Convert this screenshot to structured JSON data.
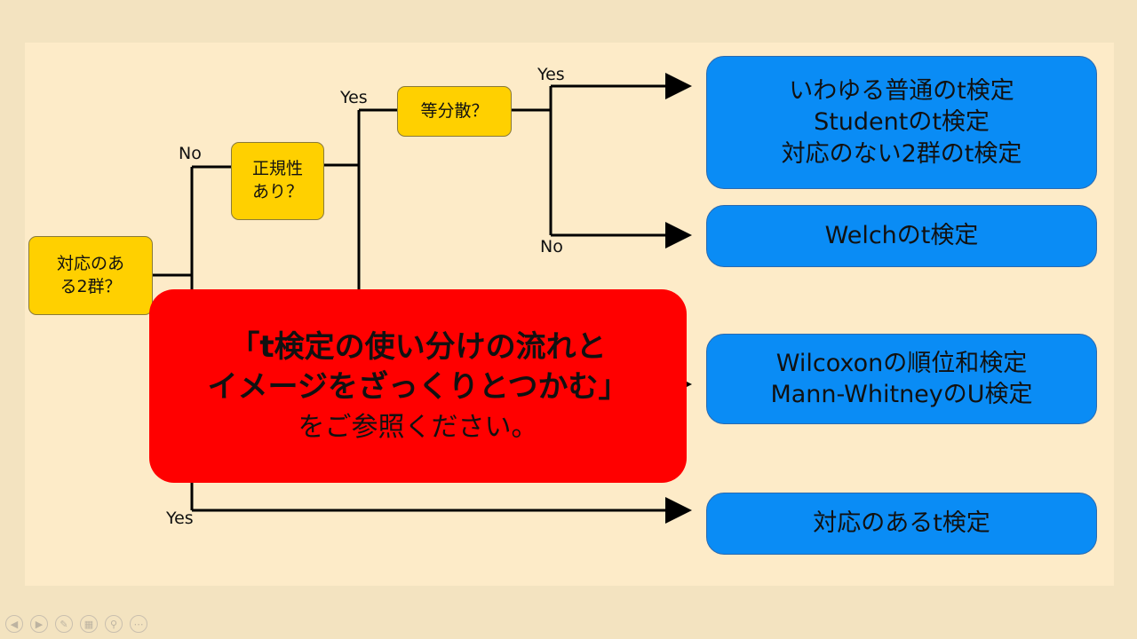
{
  "questions": {
    "paired": "対応のあ\nる2群？",
    "normal": "正規性\nあり？",
    "equal_var": "等分散？"
  },
  "labels": {
    "yes_normal": "Yes",
    "no_paired": "No",
    "yes_equal": "Yes",
    "no_equal": "No",
    "yes_paired": "Yes"
  },
  "results": {
    "student": [
      "いわゆる普通のt検定",
      "Studentのt検定",
      "対応のない2群のt検定"
    ],
    "welch": [
      "Welchのt検定"
    ],
    "wilcoxon": [
      "Wilcoxonの順位和検定",
      "Mann-WhitneyのU検定"
    ],
    "paired_t": [
      "対応のあるt検定"
    ]
  },
  "banner": {
    "line1": "「t検定の使い分けの流れと",
    "line2": "イメージをざっくりとつかむ」",
    "line3": "をご参照ください。"
  },
  "colors": {
    "question_fill": "#ffd000",
    "result_fill": "#0a8cf5",
    "banner_fill": "#ff0000",
    "background": "#fdebc8"
  },
  "controls": [
    "prev-icon",
    "next-icon",
    "pen-icon",
    "slides-icon",
    "zoom-icon",
    "more-icon"
  ]
}
